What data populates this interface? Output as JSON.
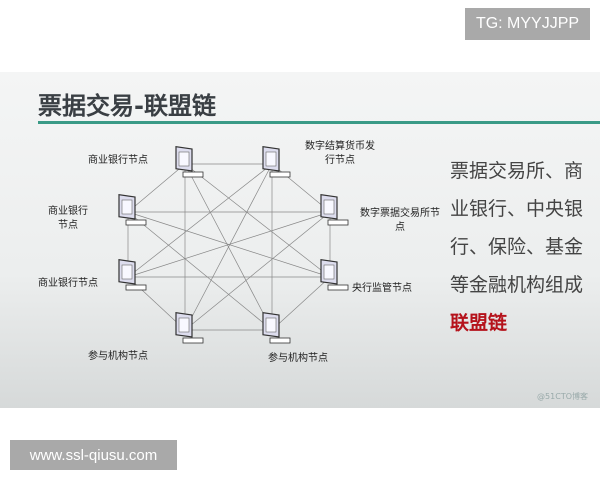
{
  "watermark_top": "TG: MYYJJPP",
  "slide": {
    "title": "票据交易-联盟链",
    "nodes": [
      "商业银行节点",
      "数字结算货币发行节点",
      "数字票据交易所节点",
      "央行监管节点",
      "参与机构节点",
      "参与机构节点",
      "商业银行节点",
      "商业银行节点"
    ],
    "description": "票据交易所、商业银行、中央银行、保险、基金等金融机构组成",
    "highlight": "联盟链",
    "source_mark": "@51CTO博客"
  },
  "watermark_bottom": "www.ssl-qiusu.com"
}
